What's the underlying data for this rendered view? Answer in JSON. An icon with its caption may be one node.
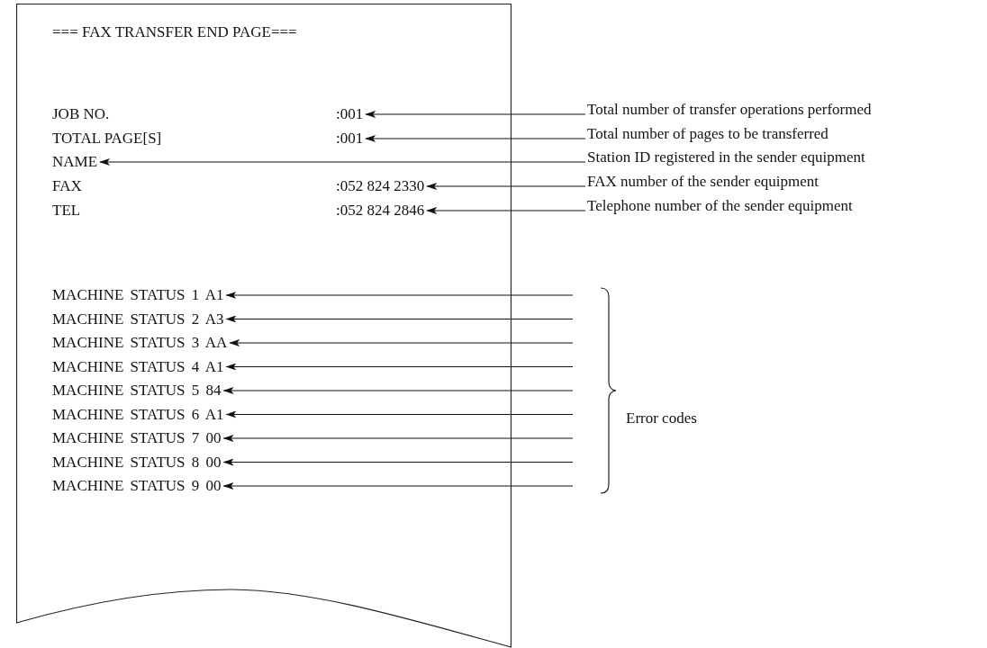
{
  "diagram": {
    "nodes": [
      {
        "text": [
          "=== FAX TRANSFER END PAGE==="
        ]
      },
      {
        "text": [
          "JOB NO.",
          ":001"
        ],
        "in": 0
      },
      {
        "text": [
          "TOTAL PAGE[S]",
          ":001"
        ],
        "in": 0
      },
      {
        "text": [
          "NAME"
        ],
        "in": 0
      },
      {
        "text": [
          "FAX",
          ":052 824 2330"
        ],
        "in": 0
      },
      {
        "text": [
          "TEL",
          ":052 824 2846"
        ],
        "in": 0
      },
      {
        "text": [
          "MACHINE STATUS 1 A1"
        ],
        "in": 0
      },
      {
        "text": [
          "MACHINE STATUS 2 A3"
        ],
        "in": 0
      },
      {
        "text": [
          "MACHINE STATUS 3 AA"
        ],
        "in": 0
      },
      {
        "text": [
          "MACHINE STATUS 4 A1"
        ],
        "in": 0
      },
      {
        "text": [
          "MACHINE STATUS 5 84"
        ],
        "in": 0
      },
      {
        "text": [
          "MACHINE STATUS 6 A1"
        ],
        "in": 0
      },
      {
        "text": [
          "MACHINE STATUS 7 00"
        ],
        "in": 0
      },
      {
        "text": [
          "MACHINE STATUS 8 00"
        ],
        "in": 0
      },
      {
        "text": [
          "MACHINE STATUS 9 00"
        ],
        "in": 0
      },
      {
        "text": [
          "Total number of transfer operations performed"
        ]
      },
      {
        "text": [
          "Total number of pages to be transferred"
        ]
      },
      {
        "text": [
          "Station ID registered in the sender equipment"
        ]
      },
      {
        "text": [
          "FAX number of the sender equipment"
        ]
      },
      {
        "text": [
          "Telephone number of the sender equipment"
        ]
      }
    ],
    "edges": [
      {
        "from": 15,
        "to": 1,
        "arrow": "to"
      },
      {
        "from": 16,
        "to": 2,
        "arrow": "to"
      },
      {
        "from": 17,
        "to": 3,
        "arrow": "to"
      },
      {
        "from": 18,
        "to": 4,
        "arrow": "to"
      },
      {
        "from": 19,
        "to": 5,
        "arrow": "to"
      },
      {
        "from": null,
        "to": 6,
        "arrow": "to"
      },
      {
        "from": null,
        "to": 7,
        "arrow": "to"
      },
      {
        "from": null,
        "to": 8,
        "arrow": "to"
      },
      {
        "from": null,
        "to": 9,
        "arrow": "to"
      },
      {
        "from": null,
        "to": 10,
        "arrow": "to"
      },
      {
        "from": null,
        "to": 11,
        "arrow": "to"
      },
      {
        "from": null,
        "to": 12,
        "arrow": "to"
      },
      {
        "from": null,
        "to": 13,
        "arrow": "to"
      },
      {
        "from": null,
        "to": 14,
        "arrow": "to"
      }
    ],
    "labels": [
      "Error codes"
    ]
  }
}
